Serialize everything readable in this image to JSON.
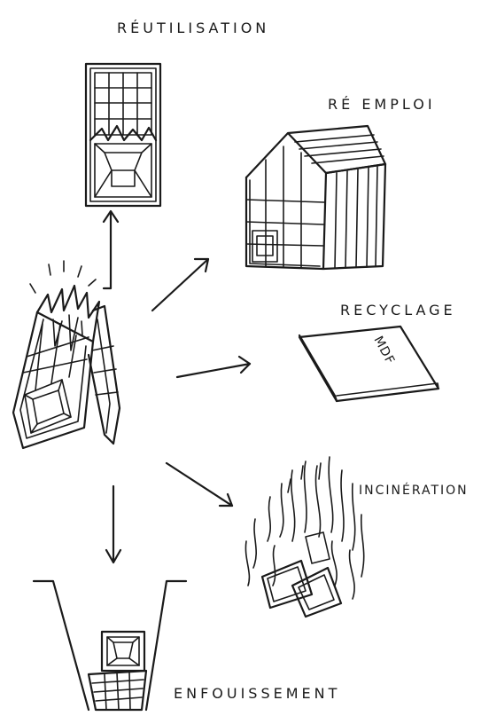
{
  "labels": {
    "reutilisation": "RÉUTILISATION",
    "reemploi": "RÉ EMPLOI",
    "recyclage": "RECYCLAGE",
    "incineration": "INCINÉRATION",
    "enfouissement": "ENFOUISSEMENT",
    "mdf": "MDF"
  }
}
